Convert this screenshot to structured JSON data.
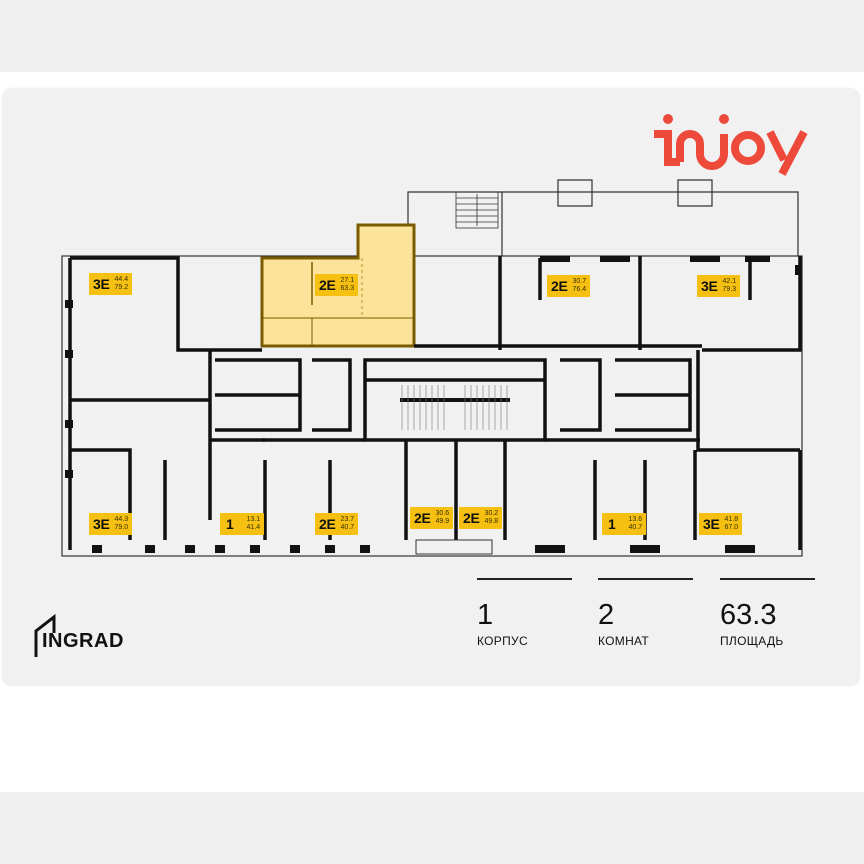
{
  "brand": {
    "logo_text": "injoy",
    "logo_color": "#ee4a3c",
    "developer_logo_text": "INGRAD"
  },
  "colors": {
    "badge": "#f6c012",
    "selected_unit_fill": "#fbe49a",
    "selected_unit_wall": "#7a5a00",
    "wall": "#111111",
    "floor": "#f1f1f1"
  },
  "selected_unit": {
    "rooms_label": "2E",
    "living_area": "27.1",
    "total_area": "63.3"
  },
  "units": [
    {
      "id": "u1",
      "rooms_label": "3E",
      "living_area": "44.4",
      "total_area": "79.2",
      "selected": false
    },
    {
      "id": "u2",
      "rooms_label": "2E",
      "living_area": "27.1",
      "total_area": "63.3",
      "selected": true
    },
    {
      "id": "u3",
      "rooms_label": "2E",
      "living_area": "30.7",
      "total_area": "76.4",
      "selected": false
    },
    {
      "id": "u4",
      "rooms_label": "3E",
      "living_area": "42.1",
      "total_area": "79.3",
      "selected": false
    },
    {
      "id": "u5",
      "rooms_label": "3E",
      "living_area": "44.3",
      "total_area": "79.0",
      "selected": false
    },
    {
      "id": "u6",
      "rooms_label": "1",
      "living_area": "13.1",
      "total_area": "41.4",
      "selected": false
    },
    {
      "id": "u7",
      "rooms_label": "2E",
      "living_area": "23.7",
      "total_area": "40.7",
      "selected": false
    },
    {
      "id": "u8",
      "rooms_label": "2E",
      "living_area": "30.6",
      "total_area": "49.9",
      "selected": false
    },
    {
      "id": "u9",
      "rooms_label": "2E",
      "living_area": "30.2",
      "total_area": "49.8",
      "selected": false
    },
    {
      "id": "u10",
      "rooms_label": "1",
      "living_area": "13.6",
      "total_area": "40.7",
      "selected": false
    },
    {
      "id": "u11",
      "rooms_label": "3E",
      "living_area": "41.8",
      "total_area": "67.0",
      "selected": false
    }
  ],
  "stats": [
    {
      "value": "1",
      "label": "КОРПУС"
    },
    {
      "value": "2",
      "label": "КОМНАТ"
    },
    {
      "value": "63.3",
      "label": "ПЛОЩАДЬ"
    }
  ]
}
